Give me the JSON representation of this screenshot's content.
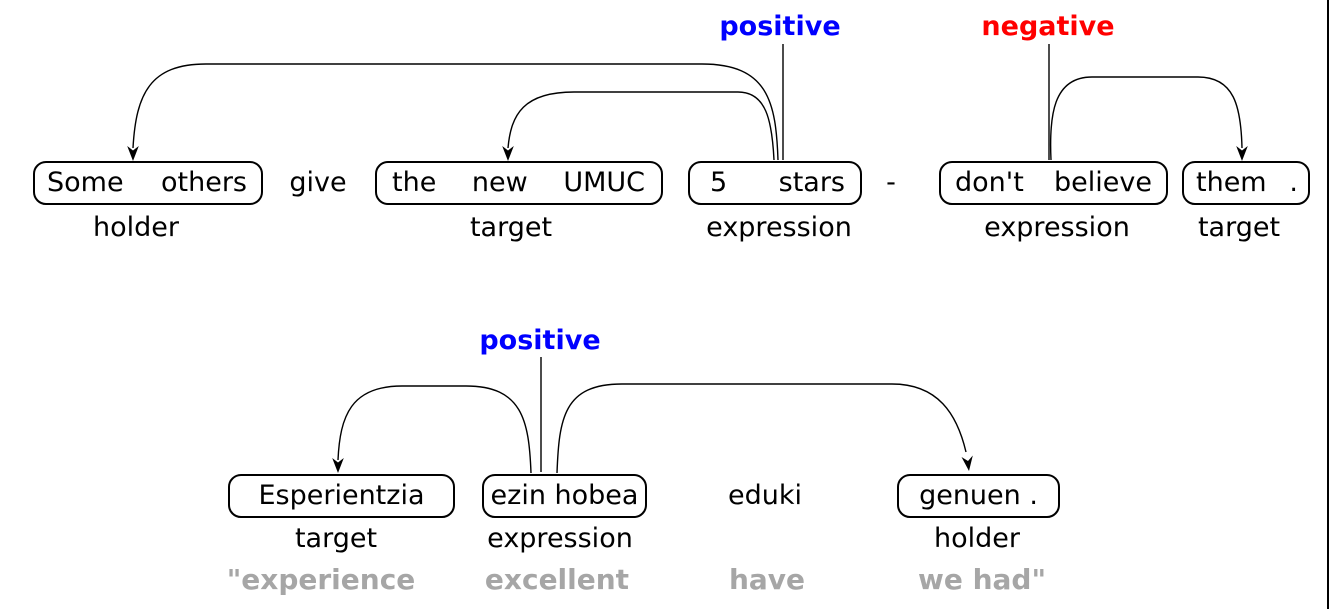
{
  "colors": {
    "positive_label": "#0000ff",
    "negative_label": "#ff0000",
    "gloss_text": "#a6a6a6",
    "ink": "#000000"
  },
  "sentence1": {
    "positive_label": "positive",
    "negative_label": "negative",
    "holder_box": {
      "words": [
        "Some",
        "others"
      ],
      "role": "holder"
    },
    "word_give": "give",
    "target_box": {
      "words": [
        "the",
        "new",
        "UMUC"
      ],
      "role": "target"
    },
    "pos_expression_box": {
      "words": [
        "5",
        "stars"
      ],
      "role": "expression"
    },
    "word_dash": "-",
    "neg_expression_box": {
      "words": [
        "don't",
        "believe"
      ],
      "role": "expression"
    },
    "neg_target_box": {
      "words": [
        "them",
        "."
      ],
      "role": "target"
    }
  },
  "sentence2": {
    "positive_label": "positive",
    "target_box": {
      "text": "Esperientzia",
      "role": "target",
      "gloss": "\"experience"
    },
    "expression_box": {
      "text": "ezin hobea",
      "role": "expression",
      "gloss": "excellent"
    },
    "word_eduki": {
      "text": "eduki",
      "gloss": "have"
    },
    "holder_box": {
      "text": "genuen .",
      "role": "holder",
      "gloss": "we had\""
    }
  }
}
